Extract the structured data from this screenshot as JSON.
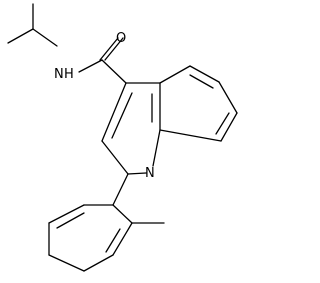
{
  "molecule": {
    "atoms": [
      {
        "id": "a1",
        "label": "O"
      },
      {
        "id": "a2",
        "label": "N",
        "sub": "H"
      },
      {
        "id": "a3",
        "label": "N"
      }
    ]
  },
  "colors": {
    "bond": "#000000",
    "text": "#000000",
    "background": "#ffffff"
  }
}
